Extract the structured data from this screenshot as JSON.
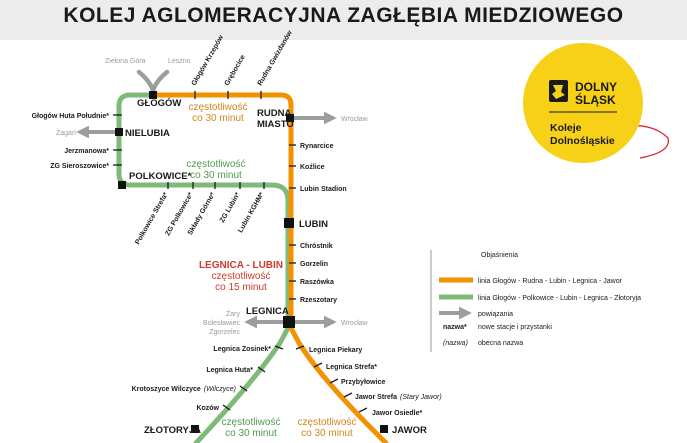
{
  "title": "KOLEJ AGLOMERACYJNA ZAGŁĘBIA MIEDZIOWEGO",
  "colors": {
    "orange_line": "#f39200",
    "green_line": "#7fba7a",
    "connection": "#9d9d9d",
    "headway_orange": "#d4861a",
    "headway_green": "#4f9a4f",
    "headway_red": "#d03a2a",
    "logo_yellow": "#f7d117",
    "logo_curve": "#d7282f"
  },
  "icons": [
    "wroclaw-arrow-icon",
    "zagan-arrow-icon",
    "zielona-gora-leszno-arrow-icon",
    "zary-arrow-icon",
    "legend-arrow-icon",
    "dolny-slask-crest-icon"
  ],
  "major_stations": {
    "glogow": "GŁOGÓW",
    "nielubia": "NIELUBIA",
    "polkowice": "POLKOWICE*",
    "rudna_1": "RUDNA",
    "rudna_2": "MIASTO",
    "lubin": "LUBIN",
    "legnica": "LEGNICA",
    "zlotoryja": "ZŁOTORYJA",
    "jawor": "JAWOR"
  },
  "stations": {
    "glogow_krzepow": "Głogów Krzepów",
    "grebocice": "Grębocice",
    "rudna_gwizdanow": "Rudna Gwizdanów",
    "glogow_huta_poludnie": "Głogów Huta Południe*",
    "jerzmanowa": "Jerzmanowa*",
    "zg_sieroszowice": "ZG Sieroszowice*",
    "rynarcice": "Rynarcice",
    "kozlice": "Koźlice",
    "lubin_stadion": "Lubin Stadion",
    "polkowice_strefa": "Polkowice Strefa*",
    "zg_polkowice": "ZG Polkowice*",
    "sklady_gorne": "Składy Górne*",
    "zg_lubin": "ZG Lubin*",
    "lubin_kghm": "Lubin KGHM*",
    "chrostnik": "Chróstnik",
    "gorzelin": "Gorzelin",
    "raszowka": "Raszówka",
    "rzeszotary": "Rzeszotary",
    "legnica_zosinek": "Legnica Zosinek*",
    "legnica_huta": "Legnica Huta*",
    "krotoszyce": "Krotoszyce Wilczyce",
    "krotoszyce_old": "(Wilczyce)",
    "kozow": "Kozów",
    "legnica_piekary": "Legnica Piekary",
    "legnica_strefa": "Legnica Strefa*",
    "przybylowice": "Przybyłowice",
    "jawor_strefa": "Jawor Strefa",
    "jawor_strefa_old": "(Stary Jawor)",
    "jawor_osiedle": "Jawor Osiedle*"
  },
  "connections": {
    "zielona_gora": "Zielona Góra",
    "leszno": "Leszno",
    "zagan": "Żagań",
    "wroclaw_top": "Wrocław",
    "wroclaw_bottom": "Wrocław",
    "zary_1": "Żary",
    "zary_2": "Bolesławiec",
    "zary_3": "Zgorzelec"
  },
  "headways": {
    "orange_top_1": "częstotliwość",
    "orange_top_2": "co 30 minut",
    "green_mid_1": "częstotliwość",
    "green_mid_2": "co 30 minut",
    "red_1": "LEGNICA - LUBIN",
    "red_2": "częstotliwość",
    "red_3": "co 15 minut",
    "green_bottom_1": "częstotliwość",
    "green_bottom_2": "co 30 minut",
    "orange_bottom_1": "częstotliwość",
    "orange_bottom_2": "co 30 minut"
  },
  "legend": {
    "heading": "Objaśnienia",
    "orange": "linia Głogów - Rudna - Lubin - Legnica - Jawor",
    "green": "linia Głogów - Polkowice - Lubin - Legnica - Złotoryja",
    "connections": "powiązania",
    "new_key": "nazwa*",
    "new_desc": "nowe stacje i przystanki",
    "current_key": "(nazwa)",
    "current_desc": "obecna nazwa"
  },
  "logo": {
    "line1": "DOLNY",
    "line2": "ŚLĄSK",
    "line3": "Koleje",
    "line4": "Dolnośląskie"
  }
}
